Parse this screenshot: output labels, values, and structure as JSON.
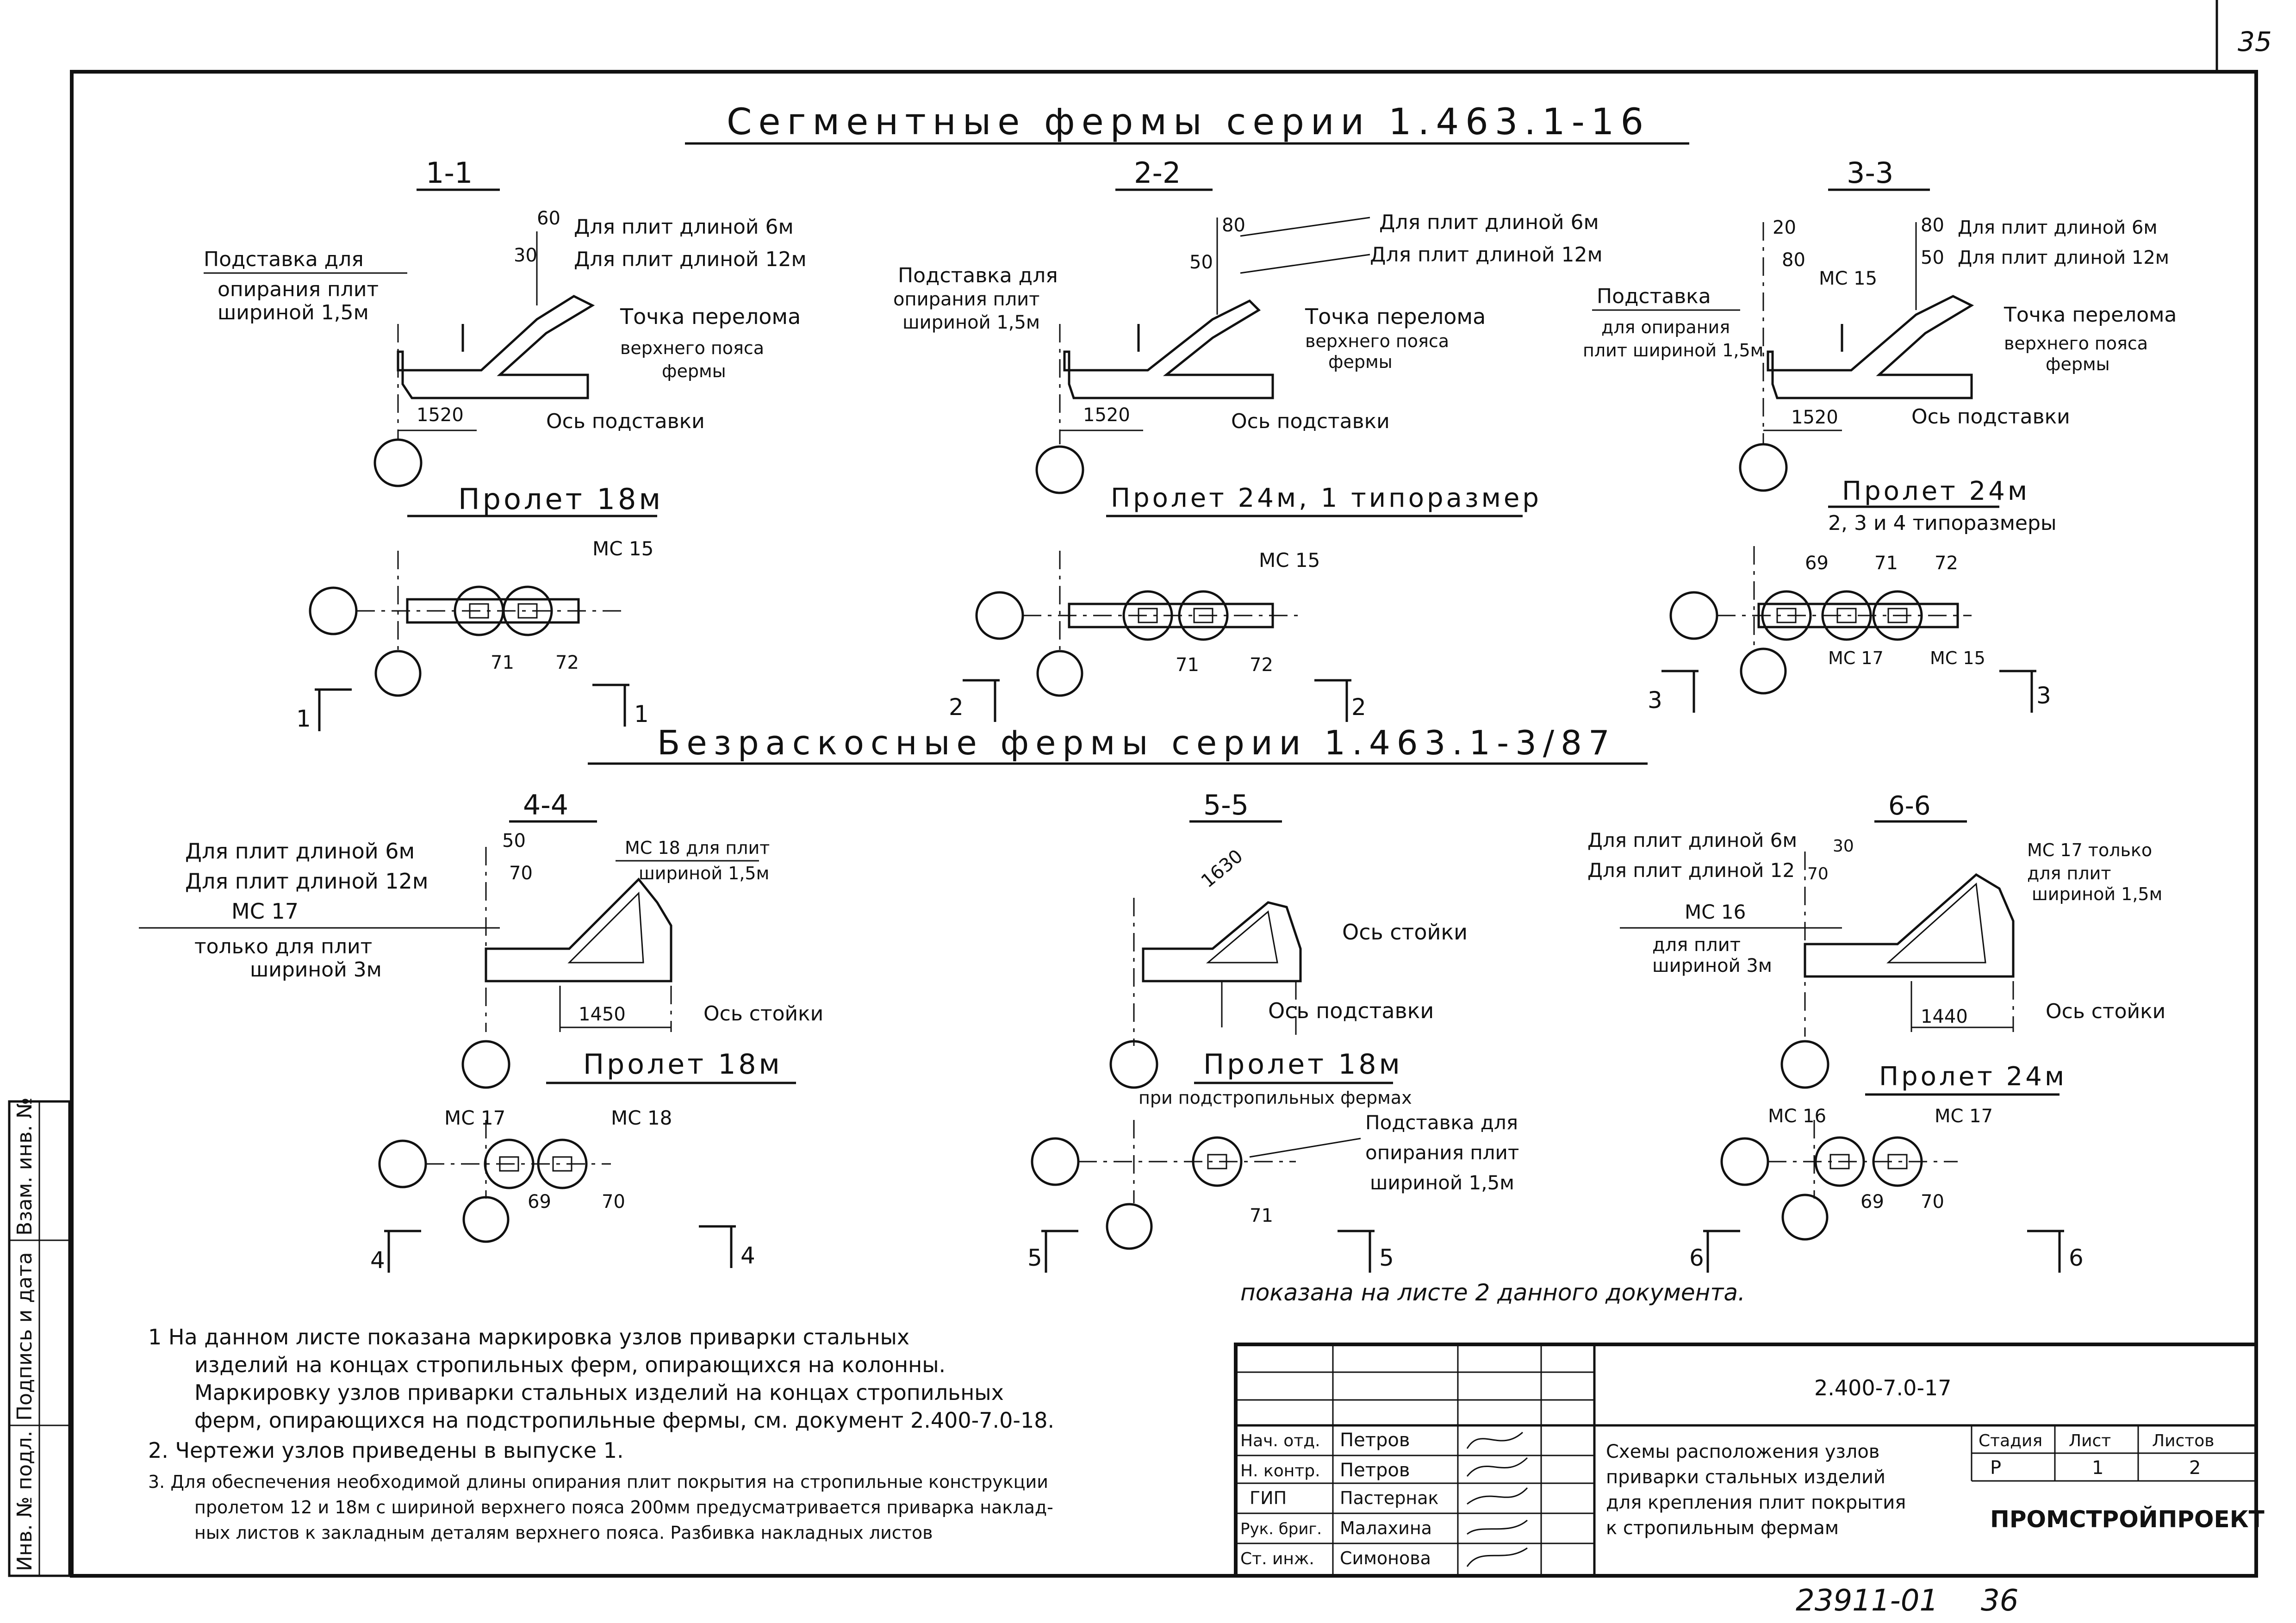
{
  "page_number": "35",
  "bottom_reference": "23911-01",
  "bottom_reference_num": "36",
  "section_segment": {
    "title": "Сегментные фермы серии 1.463.1-16",
    "nodes": [
      {
        "id": "1-1",
        "dims": [
          "60",
          "30",
          "1520"
        ],
        "labels": [
          "Для плит длиной 6м",
          "Для плит длиной 12м",
          "Подставка для",
          "опирания плит",
          "шириной 1,5м",
          "Точка перелома",
          "верхнего пояса",
          "фермы",
          "Ось подставки"
        ],
        "span": "Пролет 18м",
        "plan_labels": [
          "МС 15",
          "71",
          "72"
        ],
        "cut": [
          "1",
          "1"
        ]
      },
      {
        "id": "2-2",
        "dims": [
          "80",
          "50",
          "1520"
        ],
        "labels": [
          "Для плит длиной 6м",
          "Для плит длиной 12м",
          "Подставка для",
          "опирания плит",
          "шириной 1,5м",
          "Точка перелома",
          "верхнего пояса",
          "фермы",
          "Ось подставки"
        ],
        "span": "Пролет 24м, 1 типоразмер",
        "plan_labels": [
          "МС 15",
          "71",
          "72"
        ],
        "cut": [
          "2",
          "2"
        ]
      },
      {
        "id": "3-3",
        "dims": [
          "20",
          "80",
          "80",
          "50",
          "1520"
        ],
        "labels": [
          "Для плит длиной 6м",
          "Для плит длиной 12м",
          "МС 15",
          "Подставка",
          "для опирания",
          "плит шириной 1,5м",
          "Точка перелома",
          "верхнего пояса",
          "фермы",
          "Ось подставки"
        ],
        "span": "Пролет 24м",
        "span_sub": "2, 3 и 4 типоразмеры",
        "plan_labels": [
          "69",
          "71",
          "72",
          "МС 17",
          "МС 15"
        ],
        "cut": [
          "3",
          "3"
        ]
      }
    ]
  },
  "section_beam": {
    "title": "Безраскосные фермы серии 1.463.1-3/87",
    "nodes": [
      {
        "id": "4-4",
        "dims": [
          "50",
          "70",
          "1450"
        ],
        "labels": [
          "Для плит длиной 6м",
          "Для плит длиной 12м",
          "МС 17",
          "только для плит",
          "шириной 3м",
          "МС 18 для плит",
          "шириной 1,5м",
          "Ось стойки"
        ],
        "span": "Пролет 18м",
        "plan_labels": [
          "МС 17",
          "МС 18",
          "69",
          "70"
        ],
        "cut": [
          "4",
          "4"
        ]
      },
      {
        "id": "5-5",
        "dims": [
          "1630"
        ],
        "labels": [
          "Ось стойки",
          "Ось подставки"
        ],
        "span": "Пролет 18м",
        "span_sub": "при подстропильных фермах",
        "plan_labels": [
          "Подставка для",
          "опирания плит",
          "шириной 1,5м",
          "71"
        ],
        "cut": [
          "5",
          "5"
        ]
      },
      {
        "id": "6-6",
        "dims": [
          "30",
          "70",
          "1440"
        ],
        "labels": [
          "Для плит длиной 6м",
          "Для плит длиной 12",
          "МС 16",
          "для плит",
          "шириной 3м",
          "МС 17 только",
          "для плит",
          "шириной 1,5м",
          "Ось стойки"
        ],
        "span": "Пролет 24м",
        "plan_labels": [
          "МС 16",
          "МС 17",
          "69",
          "70"
        ],
        "cut": [
          "6",
          "6"
        ]
      }
    ]
  },
  "shown_note": "показана на листе 2 данного документа.",
  "notes": [
    "1  На данном листе показана маркировка узлов приварки стальных",
    "изделий на концах стропильных ферм, опирающихся на колонны.",
    "Маркировку узлов приварки стальных изделий на концах стропильных",
    "ферм, опирающихся на подстропильные фермы, см. документ 2.400-7.0-18.",
    "2.  Чертежи узлов приведены в выпуске 1.",
    "3.  Для обеспечения необходимой длины опирания плит покрытия на стропильные конструкции",
    "пролетом 12 и 18м с шириной верхнего пояса 200мм предусматривается приварка наклад-",
    "ных листов к закладным деталям верхнего пояса.  Разбивка накладных  листов"
  ],
  "side_stamp": [
    "Инв. № подл.",
    "Подпись и дата",
    "Взам. инв. №"
  ],
  "title_block": {
    "doc_code": "2.400-7.0-17",
    "description": [
      "Схемы расположения узлов",
      "приварки стальных изделий",
      "для крепления плит покрытия",
      "к стропильным фермам"
    ],
    "stage_header": "Стадия",
    "sheet_header": "Лист",
    "sheets_header": "Листов",
    "stage": "Р",
    "sheet": "1",
    "sheets": "2",
    "org": "ПРОМСТРОЙПРОЕКТ",
    "roles": [
      {
        "role": "Нач. отд.",
        "name": "Петров"
      },
      {
        "role": "Н. контр.",
        "name": "Петров"
      },
      {
        "role": "ГИП",
        "name": "Пастернак"
      },
      {
        "role": "Рук. бриг.",
        "name": "Малахина"
      },
      {
        "role": "Ст. инж.",
        "name": "Симонова"
      }
    ]
  }
}
